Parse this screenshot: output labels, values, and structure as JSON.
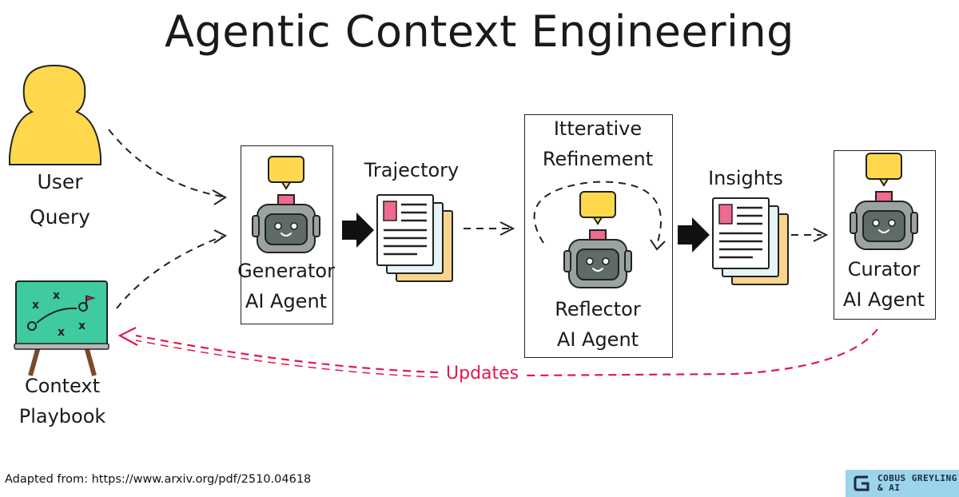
{
  "title": "Agentic Context Engineering",
  "nodes": {
    "user_query": {
      "label": "User\nQuery",
      "icon": "user-icon"
    },
    "context_playbook": {
      "label": "Context\nPlaybook",
      "icon": "playbook-board-icon"
    },
    "generator": {
      "label": "Generator\nAI Agent",
      "icon": "robot-icon"
    },
    "trajectory": {
      "label": "Trajectory",
      "icon": "document-stack-icon"
    },
    "reflector": {
      "header": "Itterative\nRefinement",
      "label": "Reflector\nAI Agent",
      "icon": "robot-icon"
    },
    "insights": {
      "label": "Insights",
      "icon": "document-stack-icon"
    },
    "curator": {
      "label": "Curator\nAI Agent",
      "icon": "robot-icon"
    }
  },
  "edges": {
    "updates_label": "Updates"
  },
  "footer": {
    "source": "Adapted from: https://www.arxiv.org/pdf/2510.04618",
    "brand_line1": "COBUS GREYLING",
    "brand_line2": "& AI"
  },
  "colors": {
    "yellow": "#ffd84d",
    "pink": "#ee6a8e",
    "robot_gray": "#9aa3a0",
    "robot_dark": "#5f6b68",
    "board_green": "#3fcb9f",
    "updates_red": "#e3184b",
    "brand_blue": "#9cd4ec"
  }
}
